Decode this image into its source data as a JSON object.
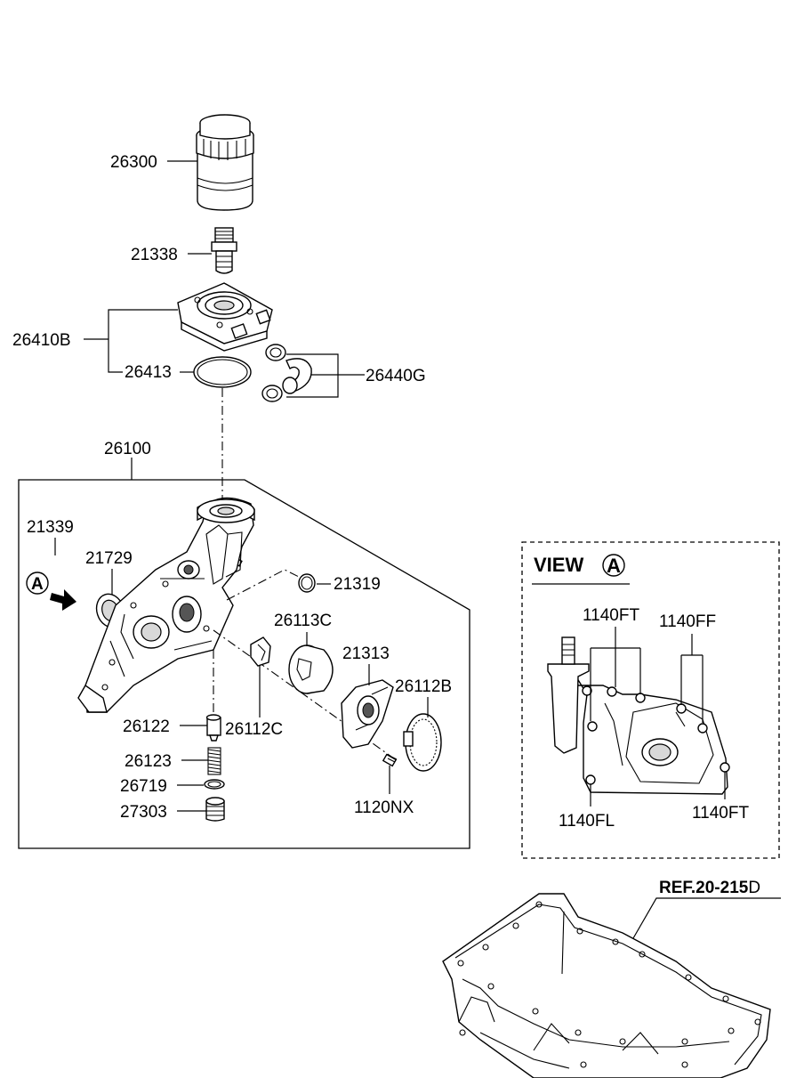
{
  "labels": {
    "p26300": "26300",
    "p21338": "21338",
    "p26410B": "26410B",
    "p26413": "26413",
    "p26440G": "26440G",
    "p26100": "26100",
    "p21339": "21339",
    "p21729": "21729",
    "p21319": "21319",
    "p26113C": "26113C",
    "p21313": "21313",
    "p26112B": "26112B",
    "p26122": "26122",
    "p26112C": "26112C",
    "p26123": "26123",
    "p26719": "26719",
    "p27303": "27303",
    "p1120NX": "1120NX"
  },
  "view": {
    "title": "VIEW",
    "marker": "A",
    "labels": {
      "ft_top": "1140FT",
      "ff": "1140FF",
      "fl": "1140FL",
      "ft_bottom": "1140FT"
    }
  },
  "view_arrow_marker": "A",
  "reference": {
    "label": "REF.20-215",
    "suffix": "D"
  }
}
